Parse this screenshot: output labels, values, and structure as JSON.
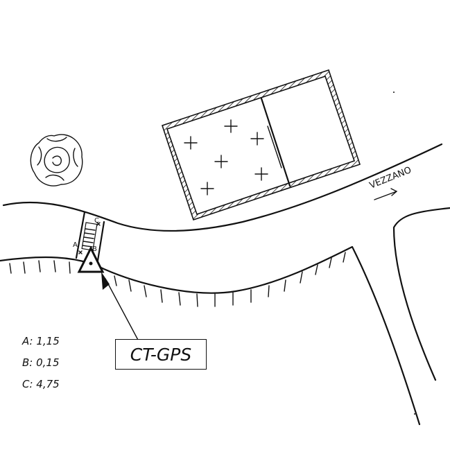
{
  "station_label": "CT-GPS",
  "street_label": "VEZZANO",
  "points": {
    "a": "A",
    "b": "B",
    "c": "C"
  },
  "measurements": [
    {
      "key": "A",
      "text": "A: 1,15"
    },
    {
      "key": "B",
      "text": "B: 0,15"
    },
    {
      "key": "C",
      "text": "C: 4,75"
    }
  ],
  "colors": {
    "ink": "#111111",
    "paper": "#ffffff"
  }
}
